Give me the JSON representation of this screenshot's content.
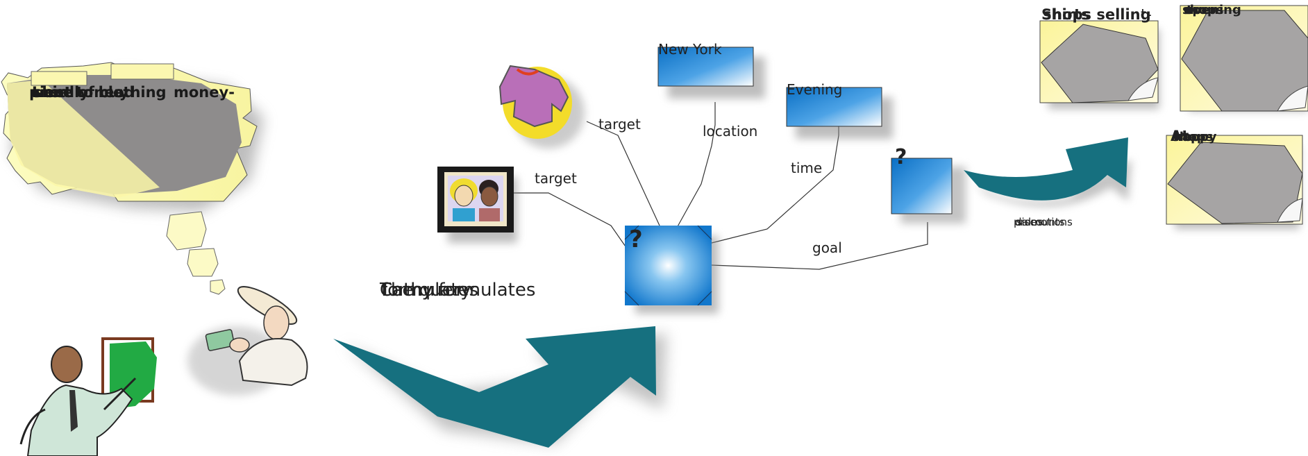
{
  "thought": {
    "overlapping_text": [
      "piece of clothing",
      "want to buy",
      "I really need",
      "shirt",
      "money-"
    ]
  },
  "query_caption": {
    "overlapping_text": [
      "The query",
      "formulates",
      "Cathy",
      "Cathy formulates"
    ]
  },
  "nodes": {
    "location_value": "New York",
    "time_value": "Evening",
    "center_marker": "?",
    "goal_marker": "?"
  },
  "edge_labels": {
    "target_shirt": "target",
    "target_friends": "target",
    "location": "location",
    "time": "time",
    "goal": "goal"
  },
  "results": {
    "note1_overlapping_text": [
      "Shops selling",
      "shirts",
      "t-"
    ],
    "note2_overlapping_text": [
      "shops",
      "open",
      "evening",
      "to"
    ],
    "note3_overlapping_text": [
      "At",
      "shops",
      "happy",
      "hour"
    ],
    "below_arrow_overlapping_text": [
      "promotions",
      "discounts",
      "sales"
    ]
  },
  "colors": {
    "teal_arrow": "#16707f",
    "box_blue": "#0a78c8",
    "note_yellow": "#fbf49a",
    "note_gray": "#a6a4a4",
    "cloud_gray": "#8c8a8a"
  },
  "icons": [
    "shirt-icon",
    "friends-photo-icon",
    "presenter-icon",
    "woman-with-money-icon"
  ]
}
